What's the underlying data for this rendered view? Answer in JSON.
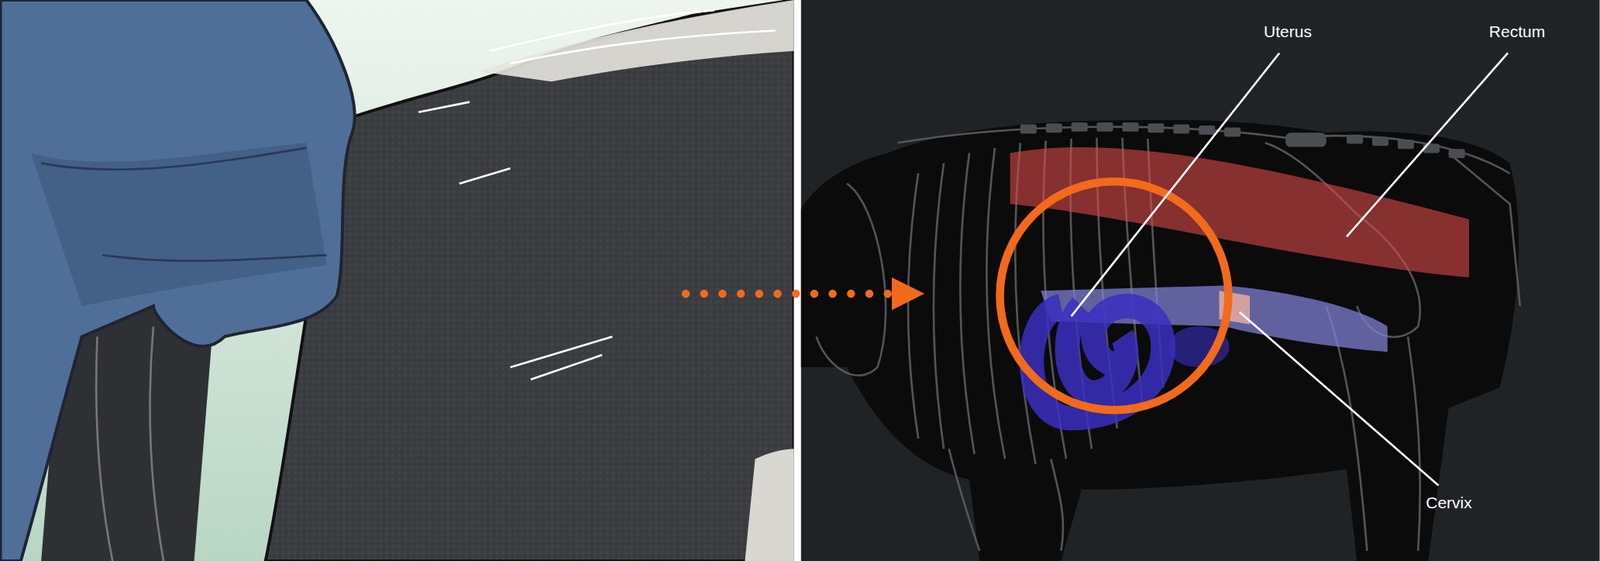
{
  "diagram": {
    "labels": [
      "Uterus",
      "Rectum",
      "Cervix"
    ]
  }
}
